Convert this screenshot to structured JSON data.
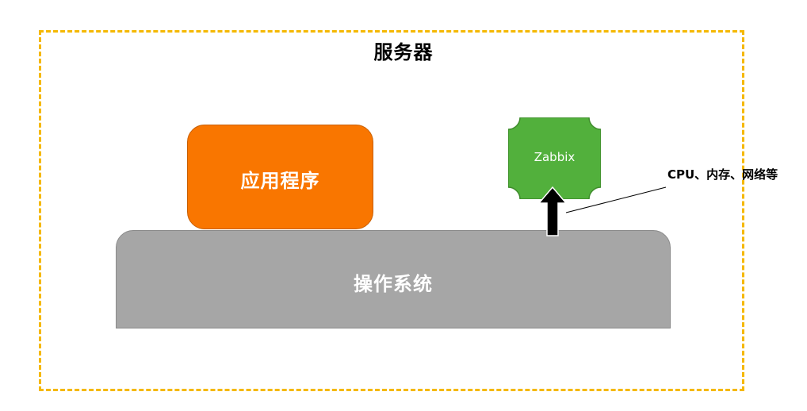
{
  "diagram": {
    "server_title": "服务器",
    "os_label": "操作系统",
    "app_label": "应用程序",
    "zabbix_label": "Zabbix",
    "metrics_label": "CPU、内存、网络等"
  },
  "colors": {
    "frame_border": "#f5b800",
    "os_fill": "#a6a6a6",
    "app_fill": "#f97600",
    "zabbix_fill": "#52b03c",
    "arrow_fill": "#000000"
  }
}
